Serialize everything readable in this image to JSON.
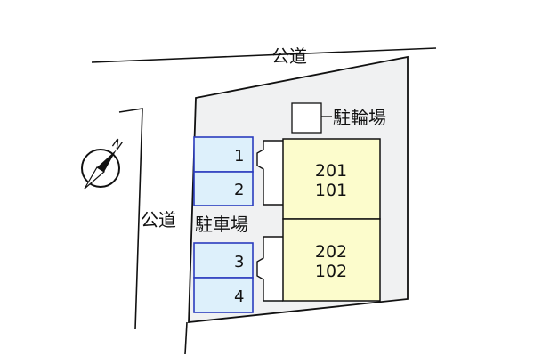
{
  "road_top_label": "公道",
  "road_left_label": "公道",
  "bicycle_parking_label": "駐輪場",
  "parking_label": "駐車場",
  "parking_spaces": [
    "1",
    "2",
    "3",
    "4"
  ],
  "buildings": [
    {
      "upper_unit": "201",
      "lower_unit": "101"
    },
    {
      "upper_unit": "202",
      "lower_unit": "102"
    }
  ],
  "compass": {
    "north_label": "N",
    "icon": "compass-icon"
  },
  "colors": {
    "lot": "#f0f1f2",
    "parking_fill": "#ddf0fb",
    "parking_border": "#2b3dbf",
    "building_fill": "#fcfccc",
    "line": "#111111"
  }
}
